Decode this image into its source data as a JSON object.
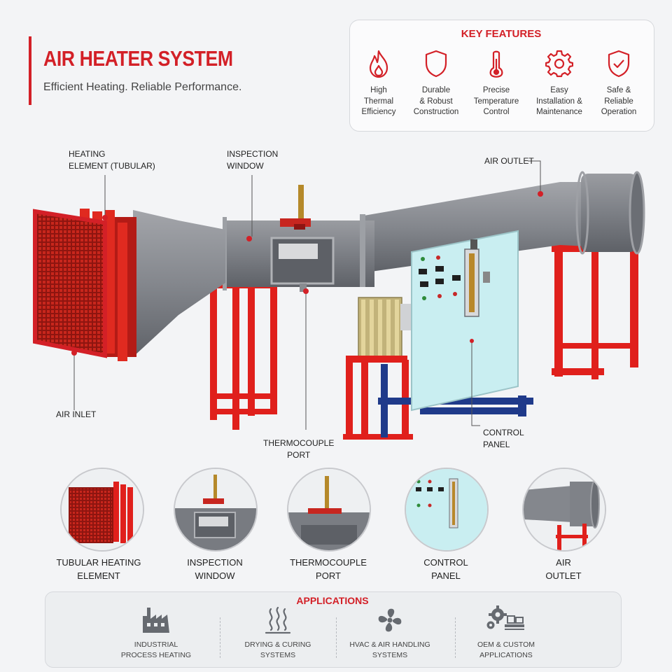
{
  "header": {
    "title": "AIR HEATER SYSTEM",
    "subtitle": "Efficient Heating. Reliable Performance."
  },
  "key_features": {
    "title": "KEY FEATURES",
    "items": [
      {
        "icon": "flame-icon",
        "label": "High\nThermal\nEfficiency"
      },
      {
        "icon": "shield-icon",
        "label": "Durable\n& Robust\nConstruction"
      },
      {
        "icon": "thermometer-icon",
        "label": "Precise\nTemperature\nControl"
      },
      {
        "icon": "gear-icon",
        "label": "Easy\nInstallation &\nMaintenance"
      },
      {
        "icon": "shield-check-icon",
        "label": "Safe &\nReliable\nOperation"
      }
    ]
  },
  "callouts": {
    "heating_element": "HEATING\nELEMENT (TUBULAR)",
    "inspection_window": "INSPECTION\nWINDOW",
    "air_outlet": "AIR OUTLET",
    "air_inlet": "AIR INLET",
    "thermocouple_port": "THERMOCOUPLE\nPORT",
    "control_panel": "CONTROL\nPANEL"
  },
  "details": [
    {
      "label": "TUBULAR HEATING\nELEMENT"
    },
    {
      "label": "INSPECTION\nWINDOW"
    },
    {
      "label": "THERMOCOUPLE\nPORT"
    },
    {
      "label": "CONTROL\nPANEL"
    },
    {
      "label": "AIR\nOUTLET"
    }
  ],
  "applications": {
    "title": "APPLICATIONS",
    "items": [
      {
        "icon": "factory-icon",
        "label": "INDUSTRIAL\nPROCESS HEATING"
      },
      {
        "icon": "heat-waves-icon",
        "label": "DRYING & CURING\nSYSTEMS"
      },
      {
        "icon": "fan-icon",
        "label": "HVAC & AIR HANDLING\nSYSTEMS"
      },
      {
        "icon": "gears-boxes-icon",
        "label": "OEM & CUSTOM\nAPPLICATIONS"
      }
    ]
  },
  "colors": {
    "accent": "#d32027",
    "duct": "#7b7e84",
    "frame": "#e0201c",
    "panel": "#c9eef1",
    "base": "#1f3a8a"
  }
}
